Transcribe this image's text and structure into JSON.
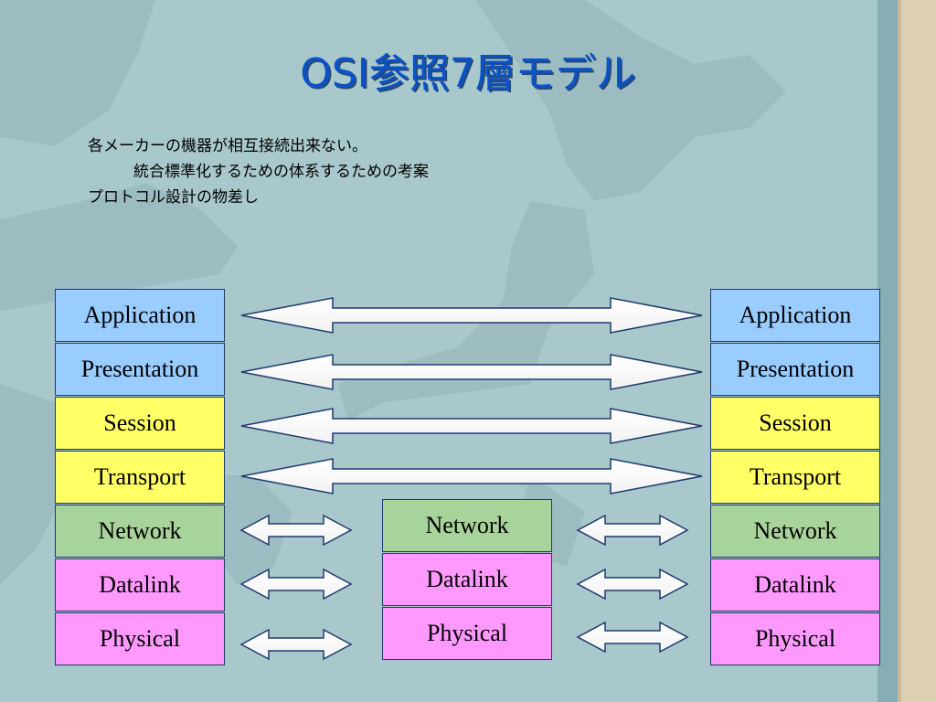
{
  "title": "OSI参照7層モデル",
  "notes": [
    "各メーカーの機器が相互接続出来ない。",
    "統合標準化するための体系するための考案",
    "プロトコル設計の物差し"
  ],
  "left_stack": {
    "layers": [
      "Application",
      "Presentation",
      "Session",
      "Transport",
      "Network",
      "Datalink",
      "Physical"
    ]
  },
  "middle_stack": {
    "layers": [
      "Network",
      "Datalink",
      "Physical"
    ]
  },
  "right_stack": {
    "layers": [
      "Application",
      "Presentation",
      "Session",
      "Transport",
      "Network",
      "Datalink",
      "Physical"
    ]
  },
  "colors": {
    "application": "#99ccff",
    "presentation": "#99ccff",
    "session": "#ffff66",
    "transport": "#ffff66",
    "network": "#a8d39a",
    "datalink": "#ff99ff",
    "physical": "#ff99ff",
    "title": "#0a52c8"
  }
}
